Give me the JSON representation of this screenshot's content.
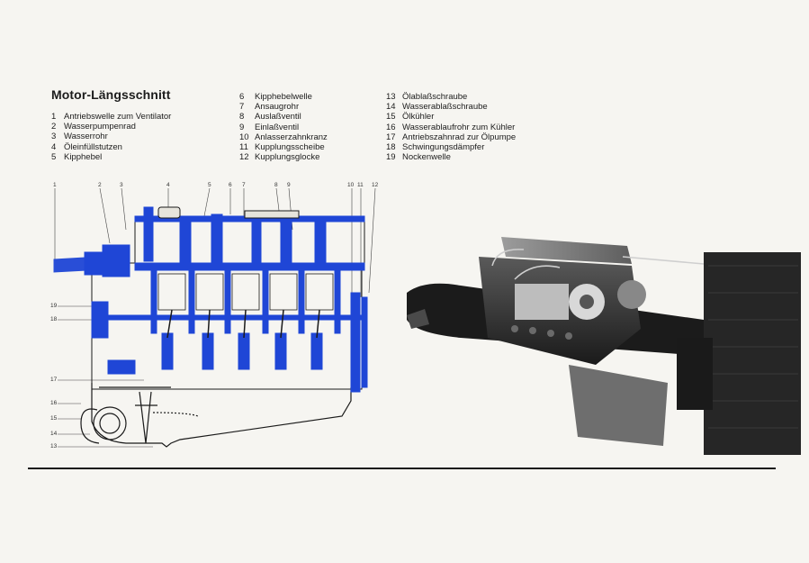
{
  "title": "Motor-Längsschnitt",
  "legend": {
    "col1": [
      {
        "num": "1",
        "text": "Antriebswelle zum Ventilator"
      },
      {
        "num": "2",
        "text": "Wasserpumpenrad"
      },
      {
        "num": "3",
        "text": "Wasserrohr"
      },
      {
        "num": "4",
        "text": "Öleinfüllstutzen"
      },
      {
        "num": "5",
        "text": "Kipphebel"
      }
    ],
    "col2": [
      {
        "num": "6",
        "text": "Kipphebelwelle"
      },
      {
        "num": "7",
        "text": "Ansaugrohr"
      },
      {
        "num": "8",
        "text": "Auslaßventil"
      },
      {
        "num": "9",
        "text": "Einlaßventil"
      },
      {
        "num": "10",
        "text": "Anlasserzahnkranz"
      },
      {
        "num": "11",
        "text": "Kupplungsscheibe"
      },
      {
        "num": "12",
        "text": "Kupplungsglocke"
      }
    ],
    "col3": [
      {
        "num": "13",
        "text": "Ölablaßschraube"
      },
      {
        "num": "14",
        "text": "Wasserablaßschraube"
      },
      {
        "num": "15",
        "text": "Ölkühler"
      },
      {
        "num": "16",
        "text": "Wasserablaufrohr zum Kühler"
      },
      {
        "num": "17",
        "text": "Antriebszahnrad zur Ölpumpe"
      },
      {
        "num": "18",
        "text": "Schwingungsdämpfer"
      },
      {
        "num": "19",
        "text": "Nockenwelle"
      }
    ]
  },
  "callouts": {
    "top": [
      "1",
      "2",
      "3",
      "4",
      "5",
      "6",
      "7",
      "8",
      "9",
      "10",
      "11",
      "12"
    ],
    "left": [
      "19",
      "18",
      "17",
      "16",
      "15",
      "14",
      "13"
    ]
  },
  "colors": {
    "accent_blue": "#1f46d6",
    "line": "#1a1a1a",
    "paper": "#f6f5f1"
  }
}
